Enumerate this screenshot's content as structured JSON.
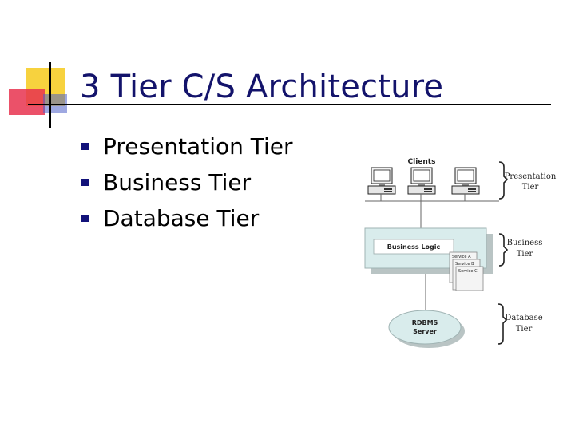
{
  "slide": {
    "title": "3 Tier C/S Architecture",
    "bullets": [
      "Presentation Tier",
      "Business Tier",
      "Database Tier"
    ]
  },
  "diagram": {
    "clients_label": "Clients",
    "business_logic_label": "Business Logic",
    "services": [
      "Service A",
      "Service B",
      "Service C"
    ],
    "database_label_line1": "RDBMS",
    "database_label_line2": "Server",
    "tiers": [
      {
        "line1": "Presentation",
        "line2": "Tier"
      },
      {
        "line1": "Business",
        "line2": "Tier"
      },
      {
        "line1": "Database",
        "line2": "Tier"
      }
    ]
  },
  "colors": {
    "title": "#13136b",
    "bullet_marker": "#12127a",
    "accent_yellow": "#f7d23e",
    "accent_red": "#e8324f",
    "accent_blue": "#4f61c9",
    "tier_fill": "#d9ecec"
  }
}
